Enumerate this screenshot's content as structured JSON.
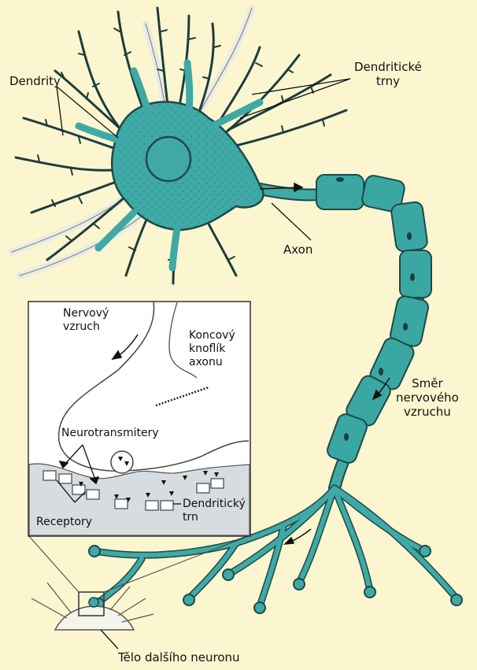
{
  "labels": {
    "dendrites": "Dendrity",
    "dendritic_spines": "Dendritické\ntrny",
    "axon": "Axon",
    "nerve_impulse": "Nervový\nvzruch",
    "axon_terminal": "Koncový\nknoflík\naxonu",
    "neurotransmitters": "Neurotransmitery",
    "receptors": "Receptory",
    "dendritic_spine": "Dendritický\ntrn",
    "impulse_direction": "Směr\nnervového\nvzruchu",
    "next_neuron_body": "Tělo dalšího neuronu"
  },
  "colors": {
    "background": "#fbf6cf",
    "neuron": "#3fa9a6",
    "neuron_outline": "#1d4a4a",
    "myelin": "#3aa7a3",
    "inset_background": "#ffffff",
    "postsynaptic_membrane": "#d6dce0"
  }
}
